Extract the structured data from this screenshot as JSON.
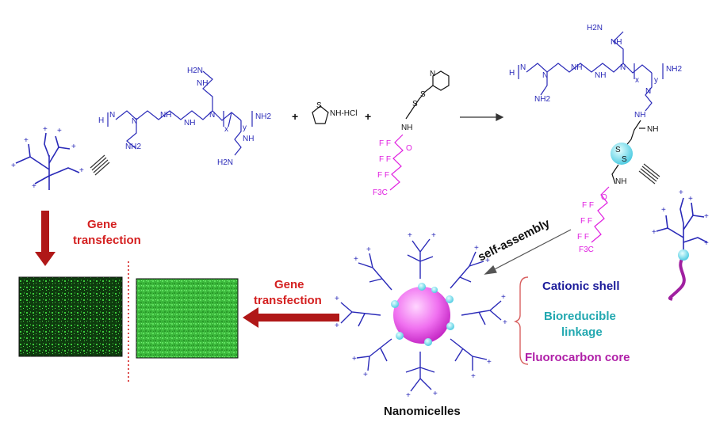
{
  "colors": {
    "polymer": "#2a2ab8",
    "reagent": "#111111",
    "fluorocarbon": "#e020e0",
    "linkage_bead": "#66ddee",
    "arrow_red": "#b01818",
    "label_red": "#d42020",
    "cationic_shell": "#1a1a9a",
    "bioreducible": "#22a8b0",
    "fluorocarbon_core": "#b020a8",
    "cell_image": "#22aa22"
  },
  "labels": {
    "gene_transfection_left_1": "Gene",
    "gene_transfection_left_2": "transfection",
    "gene_transfection_mid_1": "Gene",
    "gene_transfection_mid_2": "transfection",
    "self_assembly": "self-assembly",
    "nanomicelles": "Nanomicelles",
    "cationic_shell": "Cationic shell",
    "bioreducible_1": "Bioreducible",
    "bioreducible_2": "linkage",
    "fluorocarbon_core": "Fluorocarbon core"
  },
  "chem": {
    "h": "H",
    "n": "N",
    "nh": "NH",
    "nh2": "NH2",
    "h2n": "H2N",
    "x": "x",
    "y": "y",
    "plus": "+",
    "s": "S",
    "nh_hcl": "NH-HCl",
    "o": "O",
    "f": "F",
    "f3c": "F3C",
    "fs": "F F"
  }
}
